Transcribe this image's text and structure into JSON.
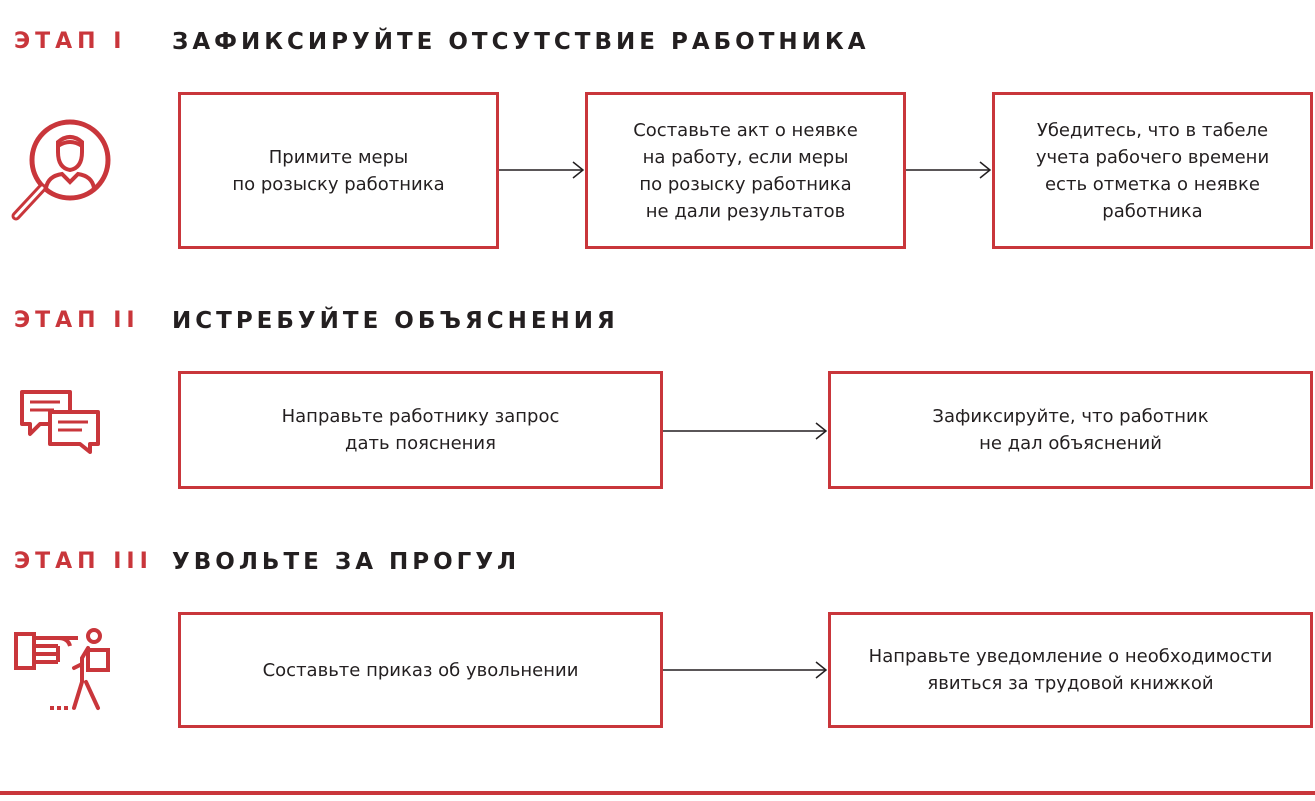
{
  "colors": {
    "accent": "#c9363b",
    "text": "#231f20"
  },
  "stages": [
    {
      "label": "ЭТАП I",
      "title": "ЗАФИКСИРУЙТЕ ОТСУТСТВИЕ РАБОТНИКА",
      "icon": "magnifier-person-icon",
      "steps": [
        "Примите меры\nпо розыску работника",
        "Составьте акт о неявке\nна работу, если меры\nпо розыску работника\nне дали результатов",
        "Убедитесь, что в табеле\nучета рабочего времени\nесть отметка о неявке\nработника"
      ]
    },
    {
      "label": "ЭТАП II",
      "title": "ИСТРЕБУЙТЕ ОБЪЯСНЕНИЯ",
      "icon": "chat-bubbles-icon",
      "steps": [
        "Направьте работнику запрос\nдать пояснения",
        "Зафиксируйте, что работник\nне дал объяснений"
      ]
    },
    {
      "label": "ЭТАП III",
      "title": "УВОЛЬТЕ ЗА ПРОГУЛ",
      "icon": "pointing-hand-leaving-person-icon",
      "steps": [
        "Составьте приказ об увольнении",
        "Направьте уведомление о необходимости\nявиться за трудовой книжкой"
      ]
    }
  ]
}
